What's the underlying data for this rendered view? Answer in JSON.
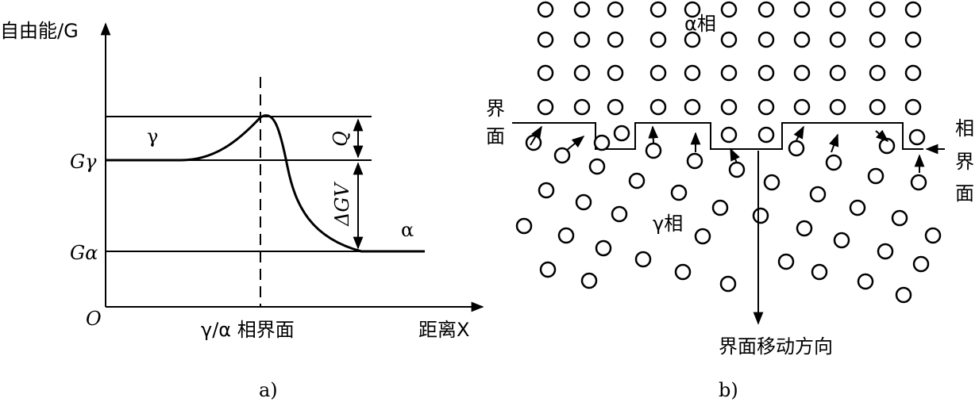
{
  "panel_a": {
    "y_axis_label": "自由能/G",
    "origin": "O",
    "x_axis_label": "距离X",
    "interface_label": "γ/α 相界面",
    "g_gamma": "Gγ",
    "g_alpha": "Gα",
    "phase_gamma": "γ",
    "phase_alpha": "α",
    "q_label": "Q",
    "delta_g_label": "ΔGV",
    "caption": "a)"
  },
  "panel_b": {
    "alpha_phase": "α相",
    "gamma_phase": "γ相",
    "interface_left": [
      "界",
      "面"
    ],
    "phase_interface_right": [
      "相",
      "界",
      "面"
    ],
    "motion_direction": "界面移动方向",
    "caption": "b)"
  },
  "colors": {
    "ink": "#000000",
    "background": "#ffffff"
  }
}
